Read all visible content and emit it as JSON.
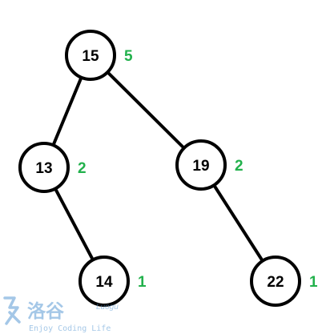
{
  "tree": {
    "nodes": [
      {
        "id": "15",
        "label": "15",
        "count": "5"
      },
      {
        "id": "13",
        "label": "13",
        "count": "2"
      },
      {
        "id": "19",
        "label": "19",
        "count": "2"
      },
      {
        "id": "14",
        "label": "14",
        "count": "1"
      },
      {
        "id": "22",
        "label": "22",
        "count": "1"
      }
    ],
    "edges": [
      {
        "from": "15",
        "to": "13"
      },
      {
        "from": "15",
        "to": "19"
      },
      {
        "from": "13",
        "to": "14"
      },
      {
        "from": "19",
        "to": "22"
      }
    ]
  },
  "colors": {
    "node_stroke": "#000000",
    "node_fill": "#ffffff",
    "count": "#22b14c",
    "watermark": "#5b9bd5"
  },
  "watermark": {
    "cn": "洛谷",
    "en": "Luogu",
    "sub": "Enjoy Coding Life"
  }
}
